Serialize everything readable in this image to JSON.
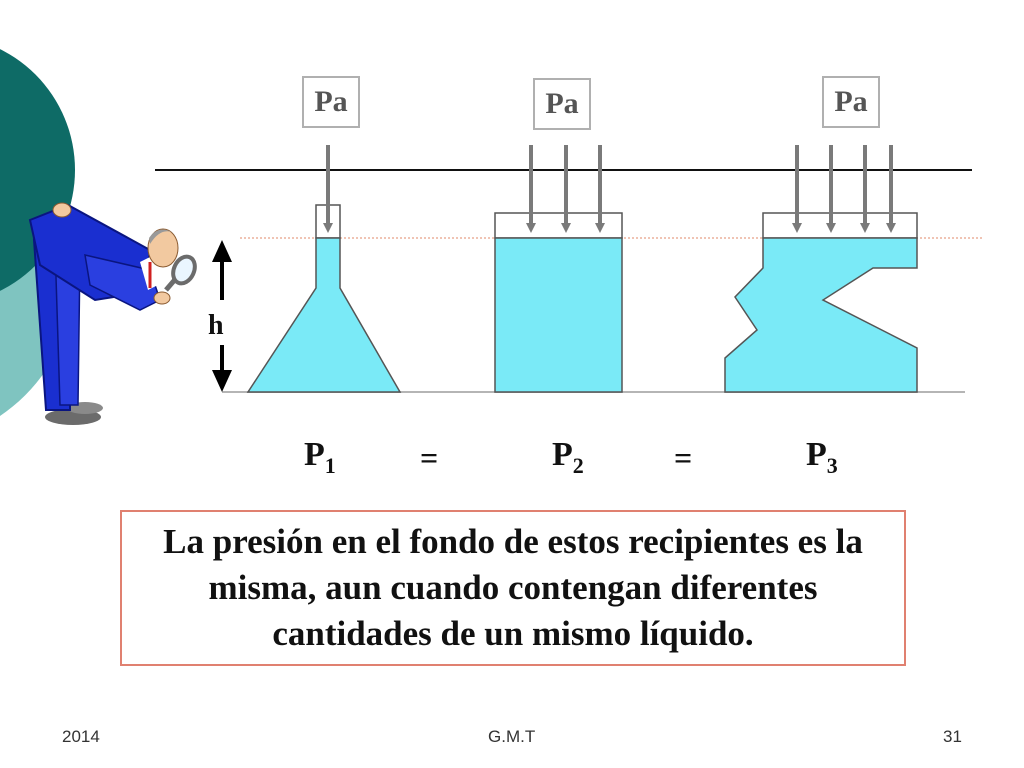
{
  "pressure_labels": [
    "Pa",
    "Pa",
    "Pa"
  ],
  "height_label": "h",
  "equation": {
    "p1": {
      "letter": "P",
      "sub": "1"
    },
    "p2": {
      "letter": "P",
      "sub": "2"
    },
    "p3": {
      "letter": "P",
      "sub": "3"
    },
    "equals": "="
  },
  "caption": "La presión en el fondo de estos recipientes es la misma, aun cuando contengan diferentes cantidades de un mismo líquido.",
  "footer": {
    "year": "2014",
    "author": "G.M.T",
    "page": "31"
  },
  "colors": {
    "liquid": "#7aeaf7",
    "teal_dark": "#0e6b66",
    "teal_light": "#7fc4c0",
    "arrow": "#7a7a7a",
    "suit": "#1a2fd0",
    "water_line": "#e08a6a",
    "caption_border": "#e08070"
  }
}
